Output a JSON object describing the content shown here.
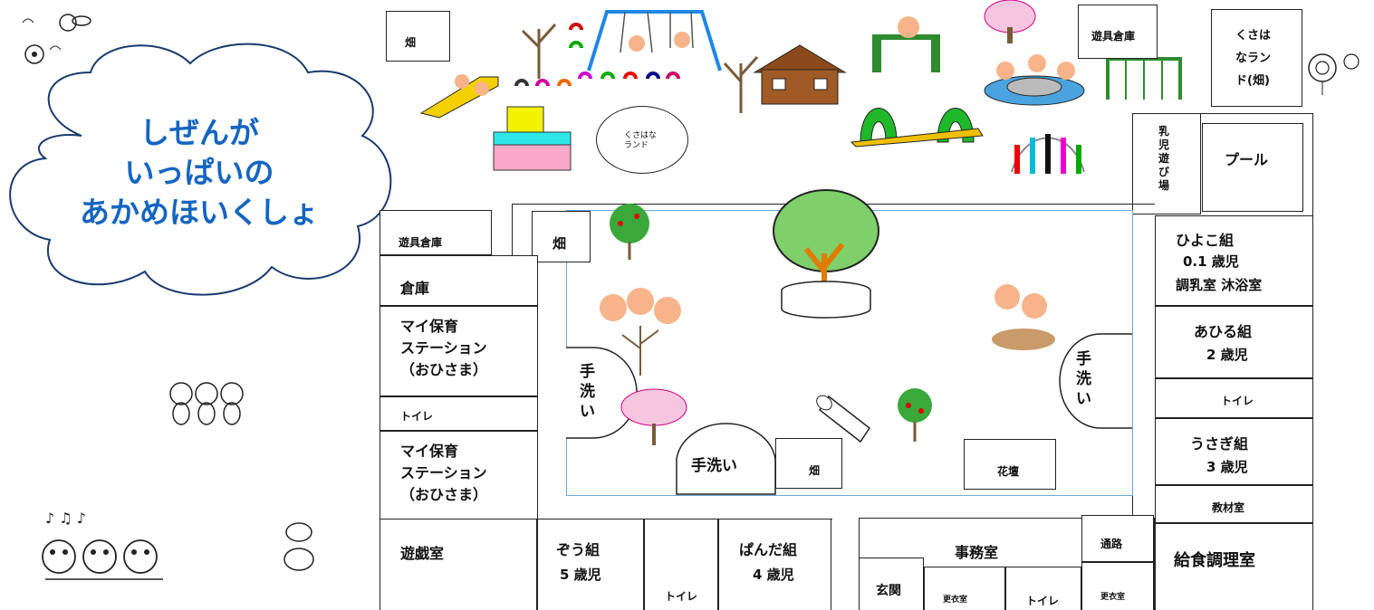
{
  "slogan": {
    "line1": "しぜんが",
    "line2": "いっぱいの",
    "line3": "あかめほいくしょ"
  },
  "outdoor": {
    "field_topleft": "畑",
    "kusahana_land_oval": "くさはな\nランド",
    "equipment_storage_top": "遊具倉庫",
    "kusahana_land_field": "くさは\nなラン\nド(畑)",
    "infant_playground": "乳児遊び場",
    "pool": "プール"
  },
  "courtyard": {
    "equipment_storage": "遊具倉庫",
    "field_1": "畑",
    "storage": "倉庫",
    "handwash_left": "手洗い",
    "handwash_right": "手洗い",
    "handwash_center": "手洗い",
    "field_2": "畑",
    "flowerbed": "花壇"
  },
  "west_rooms": {
    "station_1": "マイ保育\nステーション\n（おひさま）",
    "toilet": "トイレ",
    "station_2": "マイ保育\nステーション\n（おひさま）"
  },
  "east_rooms": {
    "hiyoko": {
      "name": "ひよこ組",
      "age": "0.1 歳児",
      "extra": "調乳室 沐浴室"
    },
    "ahiru": {
      "name": "あひる組",
      "age": "2 歳児"
    },
    "toilet": "トイレ",
    "usagi": {
      "name": "うさぎ組",
      "age": "3 歳児"
    },
    "materials": "教材室",
    "kitchen": "給食調理室"
  },
  "south_rooms": {
    "playroom": "遊戯室",
    "zou": {
      "name": "ぞう組",
      "age": "5 歳児"
    },
    "toilet_1": "トイレ",
    "panda": {
      "name": "ぱんだ組",
      "age": "4 歳児"
    },
    "office": "事務室",
    "passage": "通路",
    "entrance": "玄関",
    "locker_1": "更衣室",
    "toilet_2": "トイレ",
    "locker_2": "更衣室"
  },
  "colors": {
    "slogan": "#1565c0",
    "courtyard_border": "#6fa8dc",
    "slide": "#f5d000",
    "arch_green": "#1fb82a"
  }
}
